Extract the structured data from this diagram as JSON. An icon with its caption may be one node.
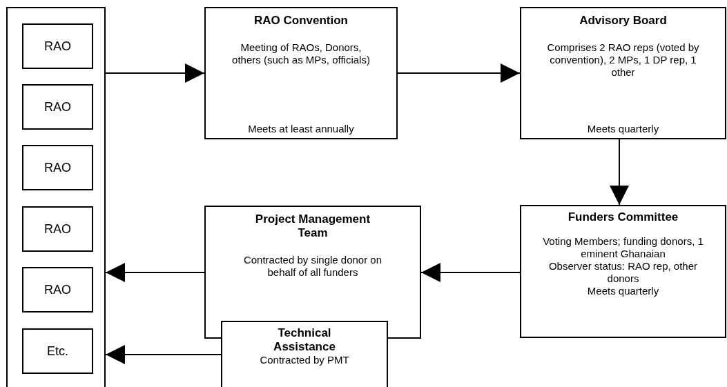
{
  "diagram": {
    "nodes": [
      {
        "text": [],
        "shape": "box"
      },
      {
        "text": [
          "RAO"
        ],
        "in": 0
      },
      {
        "text": [
          "RAO"
        ],
        "in": 0
      },
      {
        "text": [
          "RAO"
        ],
        "in": 0
      },
      {
        "text": [
          "RAO"
        ],
        "in": 0
      },
      {
        "text": [
          "RAO"
        ],
        "in": 0
      },
      {
        "text": [
          "Etc."
        ],
        "in": 0
      },
      {
        "text": [
          "RAO Convention",
          "Meeting of RAOs, Donors, others (such as MPs, officials)",
          "Meets at least annually"
        ]
      },
      {
        "text": [
          "Advisory Board",
          "Comprises 2 RAO reps (voted by convention), 2 MPs, 1 DP rep, 1 other",
          "Meets quarterly"
        ]
      },
      {
        "text": [
          "Funders Committee",
          "Voting Members; funding donors, 1 eminent Ghanaian",
          "Observer status: RAO rep, other donors",
          "Meets quarterly"
        ]
      },
      {
        "text": [
          "Project Management Team",
          "Contracted by single donor on behalf of all funders"
        ]
      },
      {
        "text": [
          "Technical Assistance",
          "Contracted by PMT"
        ]
      }
    ],
    "edges": [
      {
        "from": 0,
        "to": 7,
        "arrow": "to"
      },
      {
        "from": 7,
        "to": 8,
        "arrow": "to"
      },
      {
        "from": 8,
        "to": 9,
        "arrow": "to"
      },
      {
        "from": 9,
        "to": 10,
        "arrow": "to"
      },
      {
        "from": 10,
        "to": 0,
        "arrow": "to"
      },
      {
        "from": 11,
        "to": 0,
        "arrow": "to"
      }
    ]
  }
}
